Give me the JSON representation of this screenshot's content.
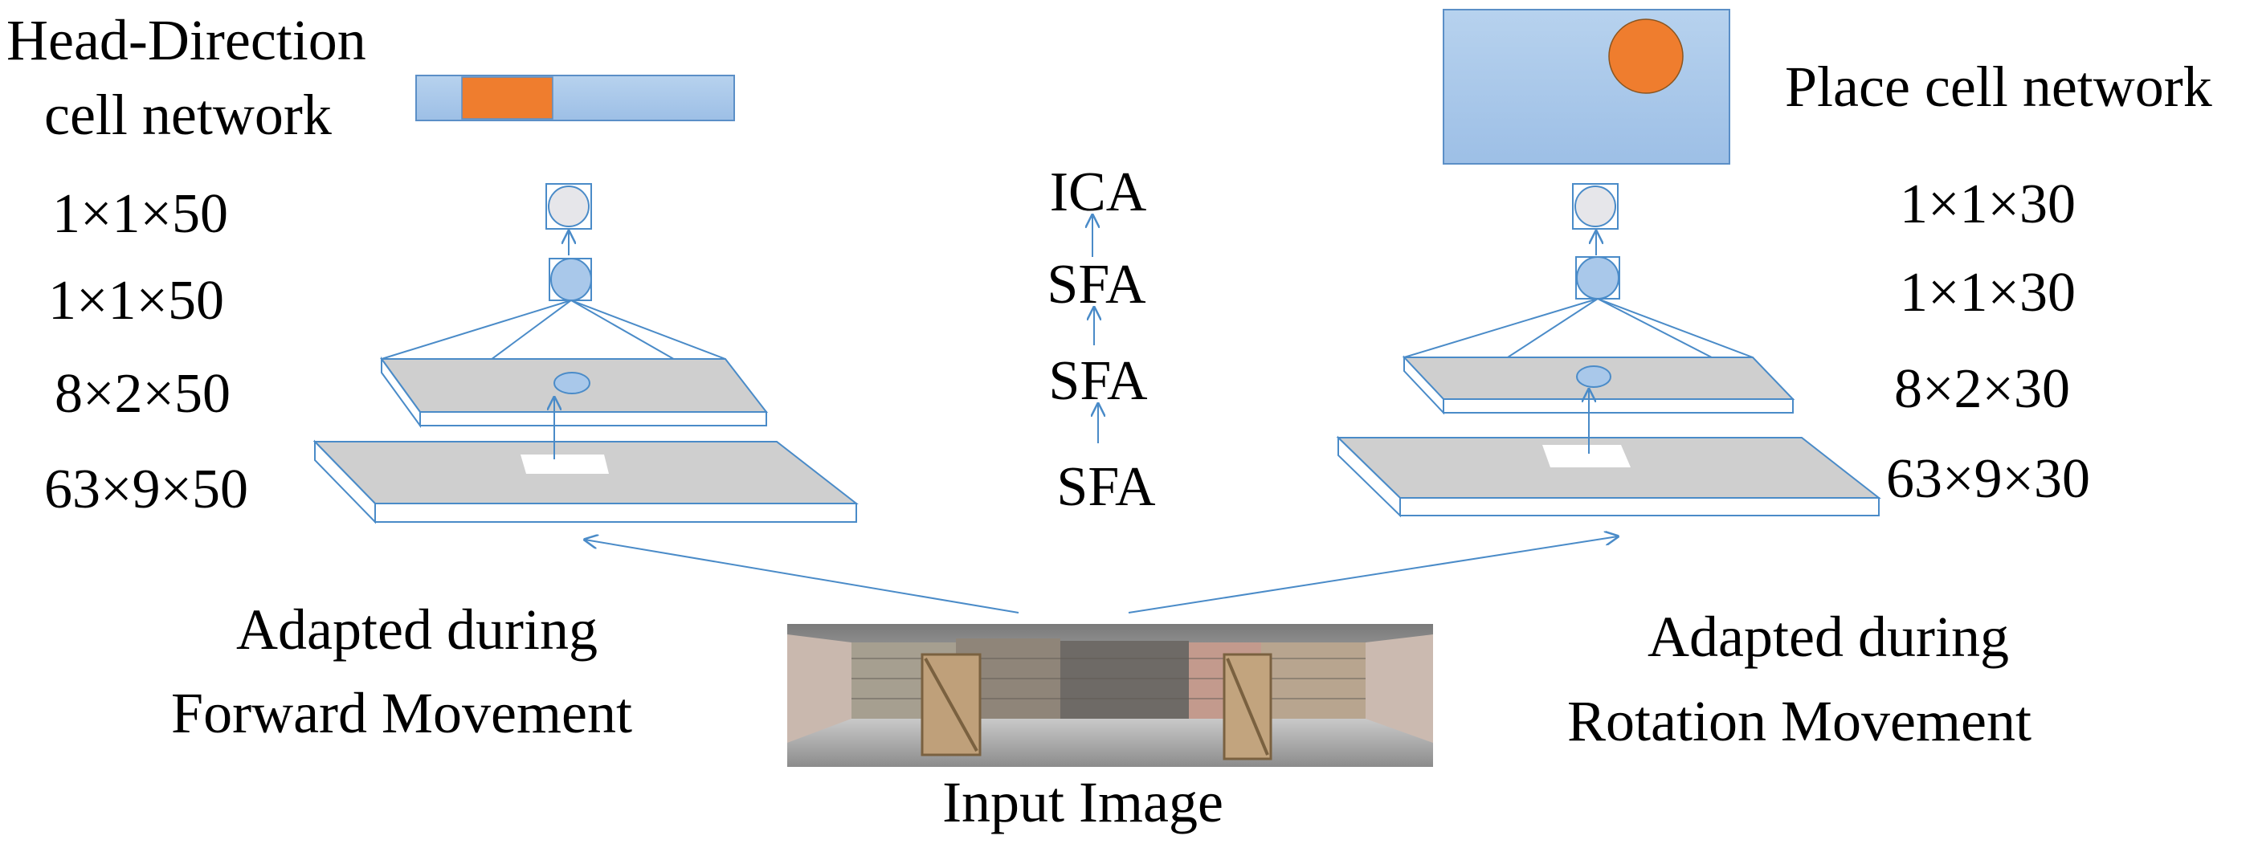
{
  "hd_network": {
    "title_line1": "Head-Direction",
    "title_line2": "cell network"
  },
  "place_network": {
    "title": "Place cell network"
  },
  "left_dims": [
    "1×1×50",
    "1×1×50",
    "8×2×50",
    "63×9×50"
  ],
  "right_dims": [
    "1×1×30",
    "1×1×30",
    "8×2×30",
    "63×9×30"
  ],
  "stack": [
    "ICA",
    "SFA",
    "SFA",
    "SFA"
  ],
  "left_caption": {
    "line1": "Adapted during",
    "line2": "Forward Movement"
  },
  "right_caption": {
    "line1": "Adapted during",
    "line2": "Rotation Movement"
  },
  "input_label": "Input Image",
  "colors": {
    "line": "#4a8bc8",
    "band_fill": "#a9c8ea",
    "activity": "#ef7d2e",
    "layer_gray": "#cfcfcf",
    "top_node": "#e6e6ea"
  }
}
